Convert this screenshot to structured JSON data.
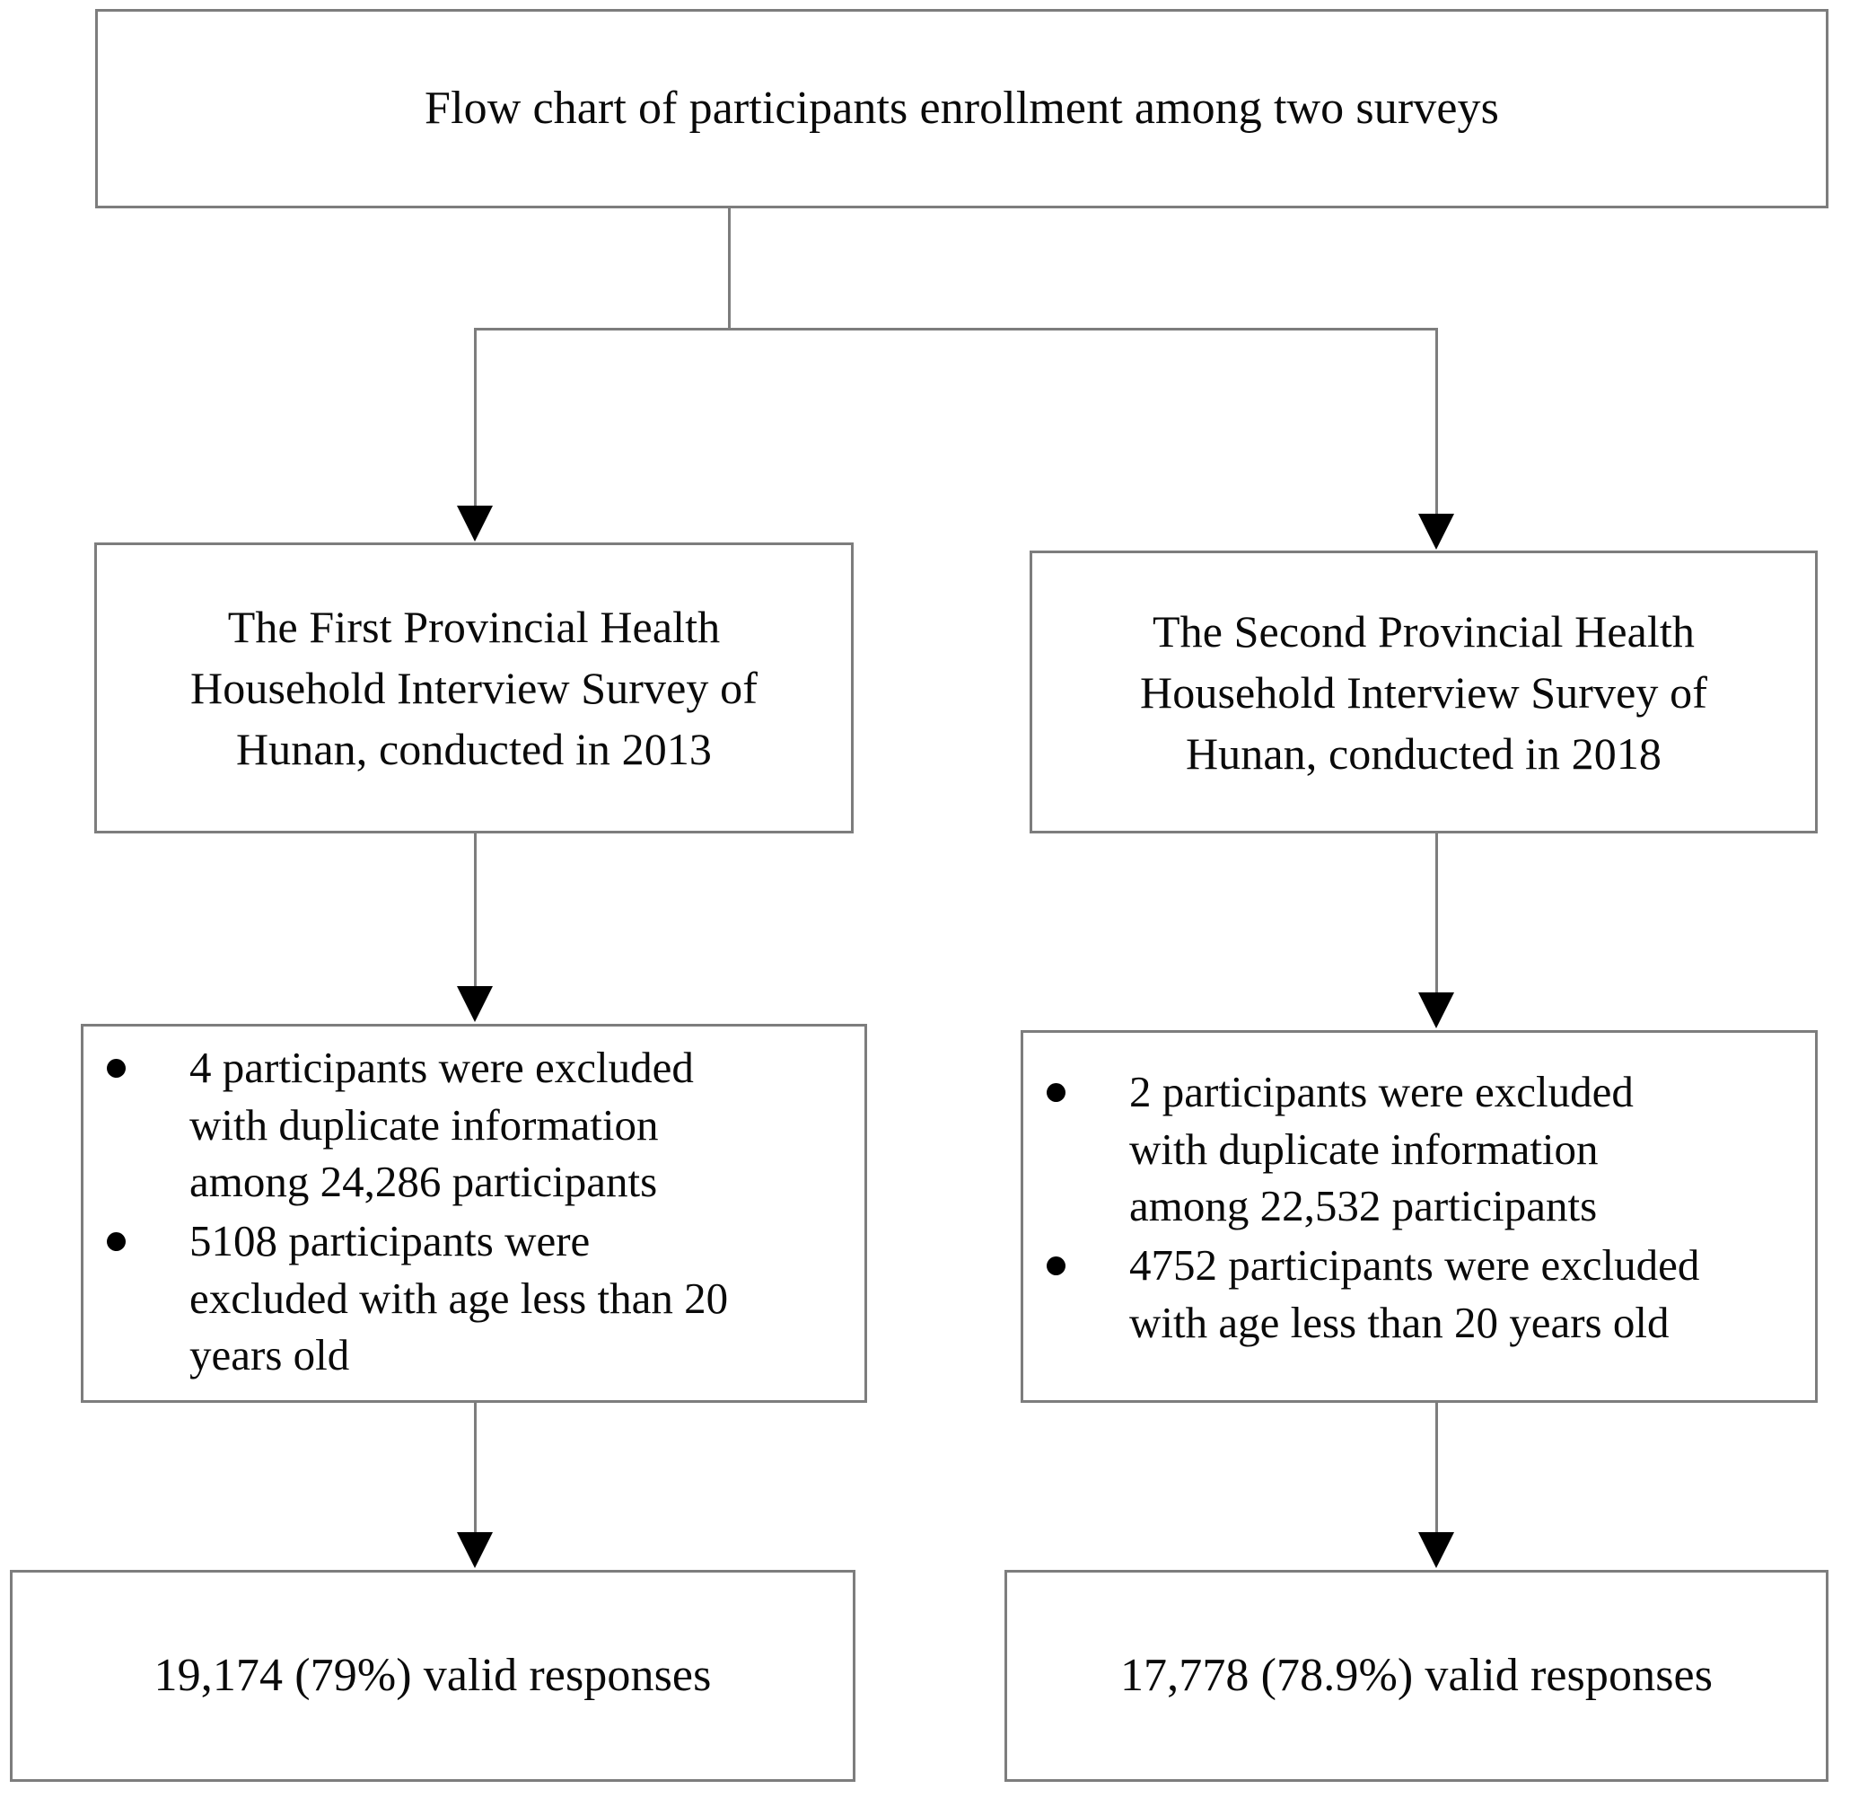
{
  "figure": {
    "title": "Flow chart of participants enrollment among two surveys",
    "type": "flowchart",
    "border_color": "#7d7d7d",
    "text_color": "#0a0a0a",
    "background_color": "#ffffff"
  },
  "branches": {
    "left": {
      "survey_label": "The First Provincial Health\nHousehold Interview Survey of\nHunan, conducted in 2013",
      "exclusions": [
        " 4 participants were excluded\nwith duplicate information\namong 24,286 participants",
        "5108 participants were\nexcluded with age less than 20\nyears old"
      ],
      "result_label": "19,174 (79%) valid responses"
    },
    "right": {
      "survey_label": "The Second Provincial Health\nHousehold Interview Survey of\nHunan, conducted in 2018",
      "exclusions": [
        "2 participants were excluded\nwith duplicate information\namong 22,532 participants",
        "4752 participants were excluded\nwith age less than 20 years old"
      ],
      "result_label": "17,778 (78.9%) valid responses"
    }
  },
  "chart_data": {
    "type": "flowchart",
    "title": "Flow chart of participants enrollment among two surveys",
    "nodes": [
      {
        "id": "title",
        "level": 0,
        "text": "Flow chart of participants enrollment among two surveys"
      },
      {
        "id": "survey-2013",
        "level": 1,
        "branch": "left",
        "text": "The First Provincial Health Household Interview Survey of Hunan, conducted in 2013",
        "year": 2013,
        "survey_ordinal": "First"
      },
      {
        "id": "survey-2018",
        "level": 1,
        "branch": "right",
        "text": "The Second Provincial Health Household Interview Survey of Hunan, conducted in 2018",
        "year": 2018,
        "survey_ordinal": "Second"
      },
      {
        "id": "exclusions-2013",
        "level": 2,
        "branch": "left",
        "bullets": [
          " 4 participants were excluded with duplicate information among 24,286 participants",
          "5108 participants were excluded with age less than 20 years old"
        ],
        "total_participants": 24286,
        "excluded_duplicate": 4,
        "excluded_age_under_20": 5108
      },
      {
        "id": "exclusions-2018",
        "level": 2,
        "branch": "right",
        "bullets": [
          "2 participants were excluded with duplicate information among 22,532 participants",
          "4752 participants were excluded with age less than 20 years old"
        ],
        "total_participants": 22532,
        "excluded_duplicate": 2,
        "excluded_age_under_20": 4752
      },
      {
        "id": "result-2013",
        "level": 3,
        "branch": "left",
        "text": "19,174 (79%) valid responses",
        "valid_responses": 19174,
        "valid_percent": "79%"
      },
      {
        "id": "result-2018",
        "level": 3,
        "branch": "right",
        "text": "17,778 (78.9%) valid responses",
        "valid_responses": 17778,
        "valid_percent": "78.9%"
      }
    ],
    "edges": [
      {
        "from": "title",
        "to": "survey-2013"
      },
      {
        "from": "title",
        "to": "survey-2018"
      },
      {
        "from": "survey-2013",
        "to": "exclusions-2013"
      },
      {
        "from": "survey-2018",
        "to": "exclusions-2018"
      },
      {
        "from": "exclusions-2013",
        "to": "result-2013"
      },
      {
        "from": "exclusions-2018",
        "to": "result-2018"
      }
    ]
  }
}
